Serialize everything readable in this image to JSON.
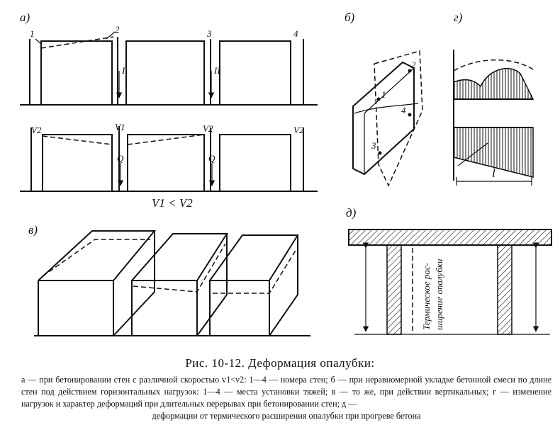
{
  "panels": {
    "a": {
      "label": "а)",
      "wall_numbers": [
        "1",
        "2",
        "3",
        "4"
      ],
      "arrow_labels": [
        "I",
        "II"
      ],
      "speed_labels": [
        "V2",
        "V1",
        "V2",
        "V2"
      ],
      "load_labels": [
        "Q",
        "Q"
      ],
      "speed_relation": "V1 < V2"
    },
    "b": {
      "label": "б)",
      "point_numbers": [
        "1",
        "2",
        "3",
        "4"
      ]
    },
    "v": {
      "label": "в)"
    },
    "g": {
      "label": "г)",
      "length_label": "l"
    },
    "d": {
      "label": "д)",
      "vertical_text": [
        "Термическое рас-",
        "ширение опалубки"
      ]
    }
  },
  "caption": "Рис. 10-12. Деформация опалубки:",
  "legend": [
    "а — при бетонировании стен с различной скоростью v1<v2: 1—4 — номера стен; б — при неравномерной укладке бетонной смеси по длине стен под действием горизонтальных нагрузок: 1—4 — места установки тяжей; в — то же, при действии вертикальных; г — изменение нагрузок и характер деформаций при длительных перерывах при бетонировании стен; д —",
    "деформации от термического расширения опалубки при прогреве бетона"
  ]
}
